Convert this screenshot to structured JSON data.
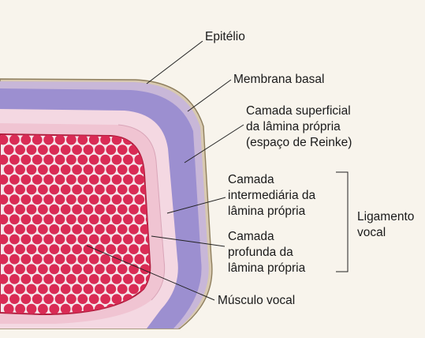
{
  "colors": {
    "background": "#f8f4ec",
    "epithelium": "#d8c9b0",
    "basal_membrane": "#c8b7d8",
    "superficial_layer": "#9c8fd0",
    "intermediate_layer": "#f4d8e2",
    "deep_layer": "#f0c4d2",
    "muscle_background": "#f6e7ec",
    "muscle_fibers": "#d92b55",
    "leader_lines": "#222222"
  },
  "labels": {
    "epitelio": "Epitélio",
    "membrana_basal": "Membrana basal",
    "camada_superficial": [
      "Camada superficial",
      "da lâmina própria",
      "(espaço de Reinke)"
    ],
    "camada_intermediaria": [
      "Camada",
      "intermediária da",
      "lâmina própria"
    ],
    "camada_profunda": [
      "Camada",
      "profunda da",
      "lâmina própria"
    ],
    "ligamento_vocal": [
      "Ligamento",
      "vocal"
    ],
    "musculo_vocal": "Músculo vocal"
  }
}
